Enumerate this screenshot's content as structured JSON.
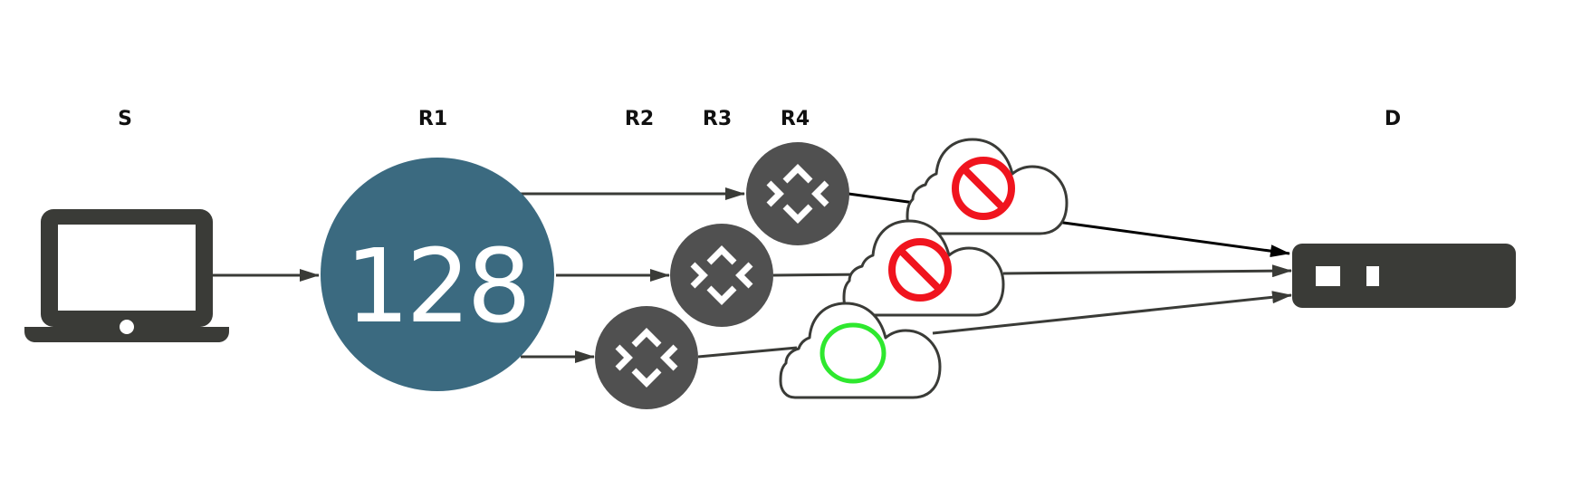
{
  "diagram": {
    "nodes": {
      "source": {
        "label": "S",
        "icon": "laptop-icon"
      },
      "r1": {
        "label": "R1",
        "value": "128",
        "icon": "counter-circle"
      },
      "r2": {
        "label": "R2",
        "icon": "router-icon"
      },
      "r3": {
        "label": "R3",
        "icon": "router-icon"
      },
      "r4": {
        "label": "R4",
        "icon": "router-icon"
      },
      "destination": {
        "label": "D",
        "icon": "server-icon"
      }
    },
    "clouds": [
      {
        "route": "R4",
        "status": "blocked",
        "icon": "prohibited-icon"
      },
      {
        "route": "R3",
        "status": "blocked",
        "icon": "prohibited-icon"
      },
      {
        "route": "R2",
        "status": "ok",
        "icon": "circle-ok-icon"
      }
    ],
    "edges": [
      {
        "from": "S",
        "to": "R1"
      },
      {
        "from": "R1",
        "to": "R4"
      },
      {
        "from": "R1",
        "to": "R3"
      },
      {
        "from": "R1",
        "to": "R2"
      },
      {
        "from": "R4",
        "to": "D",
        "via": "cloud-blocked"
      },
      {
        "from": "R3",
        "to": "D",
        "via": "cloud-blocked"
      },
      {
        "from": "R2",
        "to": "D",
        "via": "cloud-ok"
      }
    ],
    "colors": {
      "r1_fill": "#3b6a80",
      "router_fill": "#505050",
      "device_fill": "#3a3b37",
      "blocked": "#f0141e",
      "ok": "#2ee82e",
      "line": "#3a3b37"
    }
  }
}
